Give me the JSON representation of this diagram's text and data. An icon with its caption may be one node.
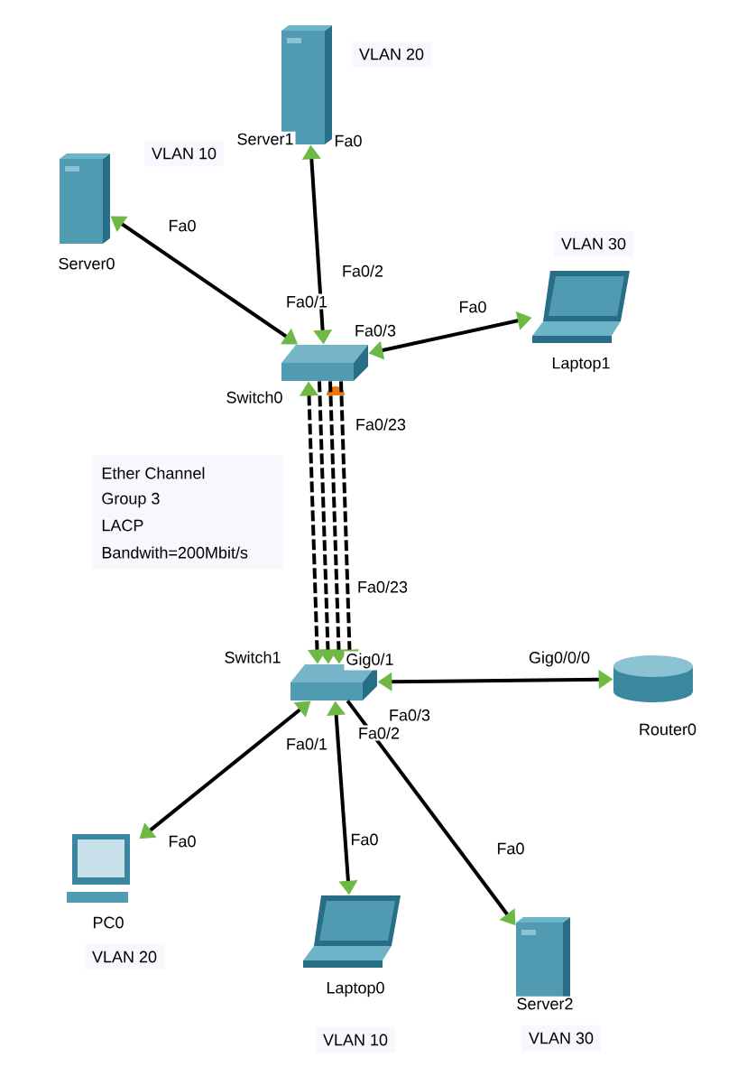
{
  "diagram": {
    "nodes": [
      {
        "text": [
          "Server1"
        ]
      },
      {
        "text": [
          "Server0"
        ]
      },
      {
        "text": [
          "Laptop1"
        ]
      },
      {
        "text": [
          "Switch0"
        ]
      },
      {
        "text": [
          "Switch1"
        ]
      },
      {
        "text": [
          "Router0"
        ]
      },
      {
        "text": [
          "PC0"
        ]
      },
      {
        "text": [
          "Laptop0"
        ]
      },
      {
        "text": [
          "Server2"
        ]
      }
    ],
    "edges": [
      {
        "from": 1,
        "to": 3,
        "arrow": "both"
      },
      {
        "from": 0,
        "to": 3,
        "arrow": "both"
      },
      {
        "from": 3,
        "to": 2,
        "arrow": "both"
      },
      {
        "from": 3,
        "to": 4,
        "arrow": "both",
        "style": "dashed"
      },
      {
        "from": 3,
        "to": 4,
        "arrow": "to",
        "style": "dashed"
      },
      {
        "from": 3,
        "to": 4,
        "arrow": "to",
        "style": "dashed"
      },
      {
        "from": 3,
        "to": 4,
        "arrow": "to",
        "style": "dashed"
      },
      {
        "from": 4,
        "to": 5,
        "arrow": "both"
      },
      {
        "from": 4,
        "to": 6,
        "arrow": "both"
      },
      {
        "from": 4,
        "to": 7,
        "arrow": "both"
      },
      {
        "from": 4,
        "to": 8,
        "arrow": "to"
      }
    ],
    "labels": [
      "VLAN 20",
      "Fa0",
      "VLAN 10",
      "Fa0",
      "Fa0/2",
      "Fa0/1",
      "VLAN 30",
      "Fa0/3",
      "Fa0",
      "Fa0/23",
      "Ether Channel",
      "Group 3",
      "LACP",
      "Bandwith=200Mbit/s",
      "Fa0/23",
      "Gig0/1",
      "Gig0/0/0",
      "Fa0/3",
      "Fa0/1",
      "Fa0/2",
      "Fa0",
      "Fa0",
      "Fa0",
      "VLAN 20",
      "VLAN 10",
      "VLAN 30"
    ]
  }
}
